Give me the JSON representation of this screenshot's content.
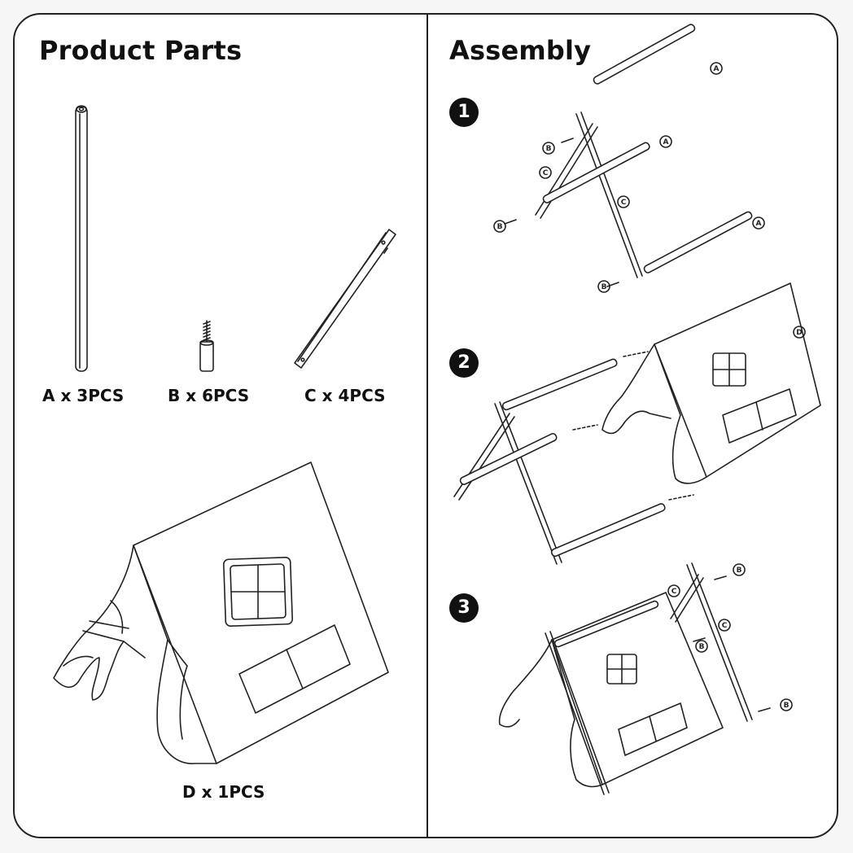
{
  "left_panel": {
    "title": "Product Parts",
    "parts": [
      {
        "label": "A x 3PCS"
      },
      {
        "label": "B x 6PCS"
      },
      {
        "label": "C x 4PCS"
      },
      {
        "label": "D x 1PCS"
      }
    ]
  },
  "right_panel": {
    "title": "Assembly",
    "steps": [
      {
        "number": "1"
      },
      {
        "number": "2"
      },
      {
        "number": "3"
      }
    ],
    "callouts": {
      "a": "A",
      "b": "B",
      "c": "C",
      "d": "D"
    }
  }
}
